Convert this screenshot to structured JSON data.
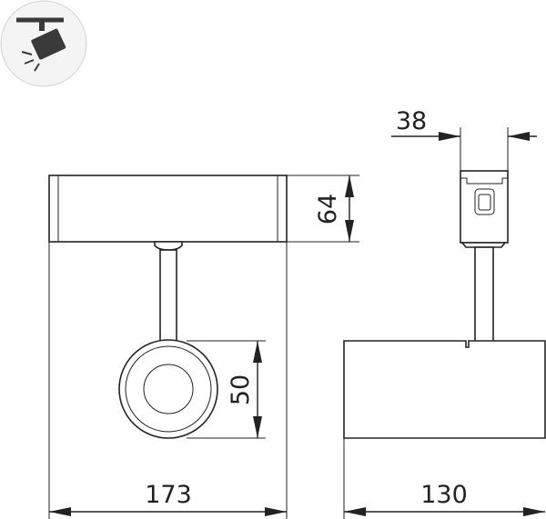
{
  "drawing": {
    "type": "technical dimension drawing",
    "icon_name": "track-spotlight-icon",
    "colors": {
      "line": "#222222",
      "icon_bg": "#f4f4f4",
      "icon_fg": "#3a3a3a",
      "background": "#ffffff"
    }
  },
  "dimensions": {
    "front_width": "173",
    "front_body_height": "64",
    "head_diameter": "50",
    "side_depth": "130",
    "adapter_width": "38"
  }
}
